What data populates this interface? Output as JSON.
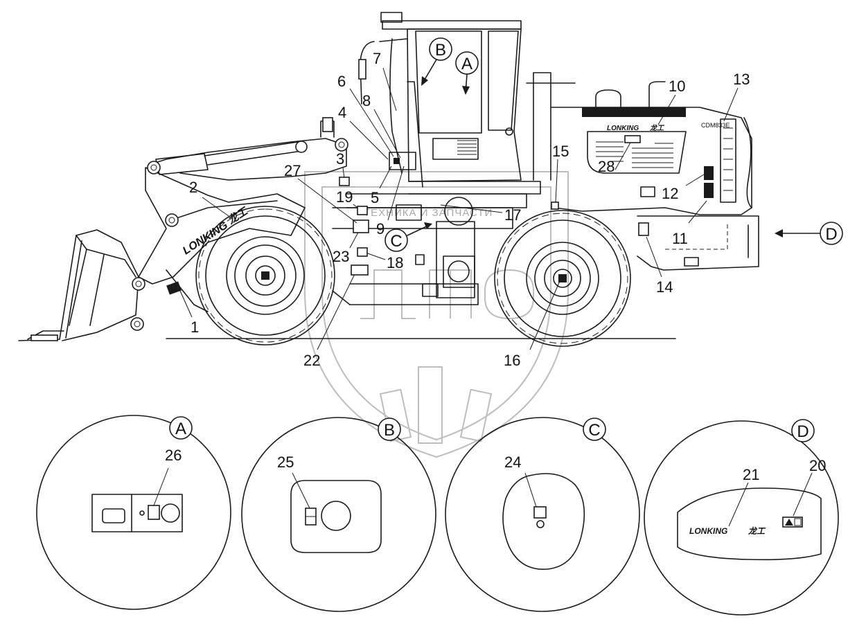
{
  "brand": {
    "logo_text": "LONKING",
    "logo_cn": "龙工",
    "model_plate": "CDM833E"
  },
  "watermark": {
    "text": "ТЕХНИКА И ЗАПЧАСТИ"
  },
  "callouts": {
    "c1": "1",
    "c2": "2",
    "c3": "3",
    "c4": "4",
    "c5": "5",
    "c6": "6",
    "c7": "7",
    "c8": "8",
    "c9": "9",
    "c10": "10",
    "c11": "11",
    "c12": "12",
    "c13": "13",
    "c14": "14",
    "c15": "15",
    "c16": "16",
    "c17": "17",
    "c18": "18",
    "c19": "19",
    "c20": "20",
    "c21": "21",
    "c22": "22",
    "c23": "23",
    "c24": "24",
    "c25": "25",
    "c26": "26",
    "c27": "27",
    "c28": "28"
  },
  "view_markers": {
    "A": "A",
    "B": "B",
    "C": "C",
    "D": "D"
  },
  "detail_views": {
    "A": {
      "letter": "A",
      "callout": "26"
    },
    "B": {
      "letter": "B",
      "callout": "25"
    },
    "C": {
      "letter": "C",
      "callout": "24"
    },
    "D": {
      "letter": "D",
      "callouts": [
        "21",
        "20"
      ]
    }
  }
}
